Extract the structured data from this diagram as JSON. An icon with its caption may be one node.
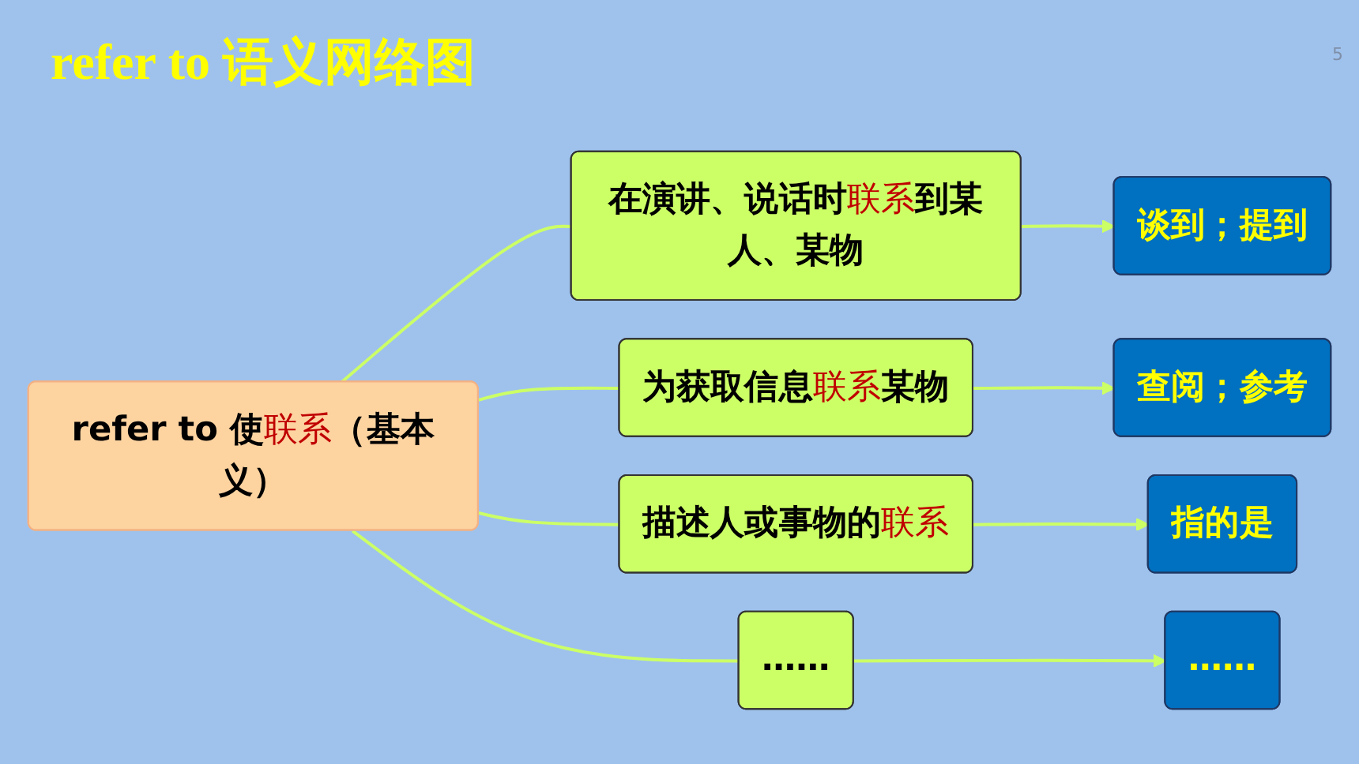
{
  "diagram": {
    "title": "refer to 语义网络图",
    "nodes": [
      {
        "text": [
          "refer to 使**联系**（基本义）"
        ]
      },
      {
        "text": [
          "在演讲、说话时**联系**到某人、某物"
        ]
      },
      {
        "text": [
          "为获取信息**联系**某物"
        ]
      },
      {
        "text": [
          "描述人或事物的**联系**"
        ]
      },
      {
        "text": [
          "……"
        ]
      },
      {
        "text": [
          "谈到；提到"
        ]
      },
      {
        "text": [
          "查阅；参考"
        ]
      },
      {
        "text": [
          "指的是"
        ]
      },
      {
        "text": [
          "……"
        ]
      }
    ],
    "edges": [
      {
        "from": 0,
        "to": 1,
        "arrow": "none"
      },
      {
        "from": 0,
        "to": 2,
        "arrow": "none"
      },
      {
        "from": 0,
        "to": 3,
        "arrow": "none"
      },
      {
        "from": 0,
        "to": 4,
        "arrow": "none"
      },
      {
        "from": 1,
        "to": 5,
        "arrow": "to"
      },
      {
        "from": 2,
        "to": 6,
        "arrow": "to"
      },
      {
        "from": 3,
        "to": 7,
        "arrow": "to"
      },
      {
        "from": 4,
        "to": 8,
        "arrow": "to"
      }
    ],
    "labels": [
      "5"
    ]
  }
}
